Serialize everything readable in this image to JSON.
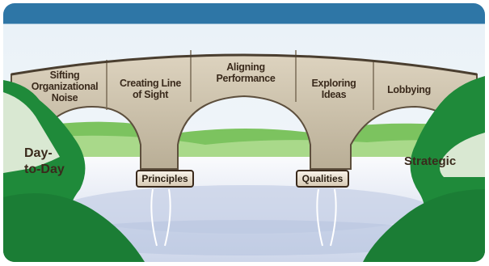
{
  "bridge": {
    "arch_labels": [
      "Sifting\nOrganizational\nNoise",
      "Creating Line\nof Sight",
      "Aligning\nPerformance",
      "Exploring\nIdeas",
      "Lobbying"
    ],
    "pillar_labels": [
      "Principles",
      "Qualities"
    ],
    "left_bank": "Day-\nto-Day",
    "right_bank": "Strategic"
  },
  "colors": {
    "sky_band": "#2e76a6",
    "stone": "#c9bfa9",
    "stone_dark": "#6d5f4c",
    "grass": "#1f8a3a",
    "grass_light": "#5cbd55",
    "water": "#e6ecf4"
  }
}
